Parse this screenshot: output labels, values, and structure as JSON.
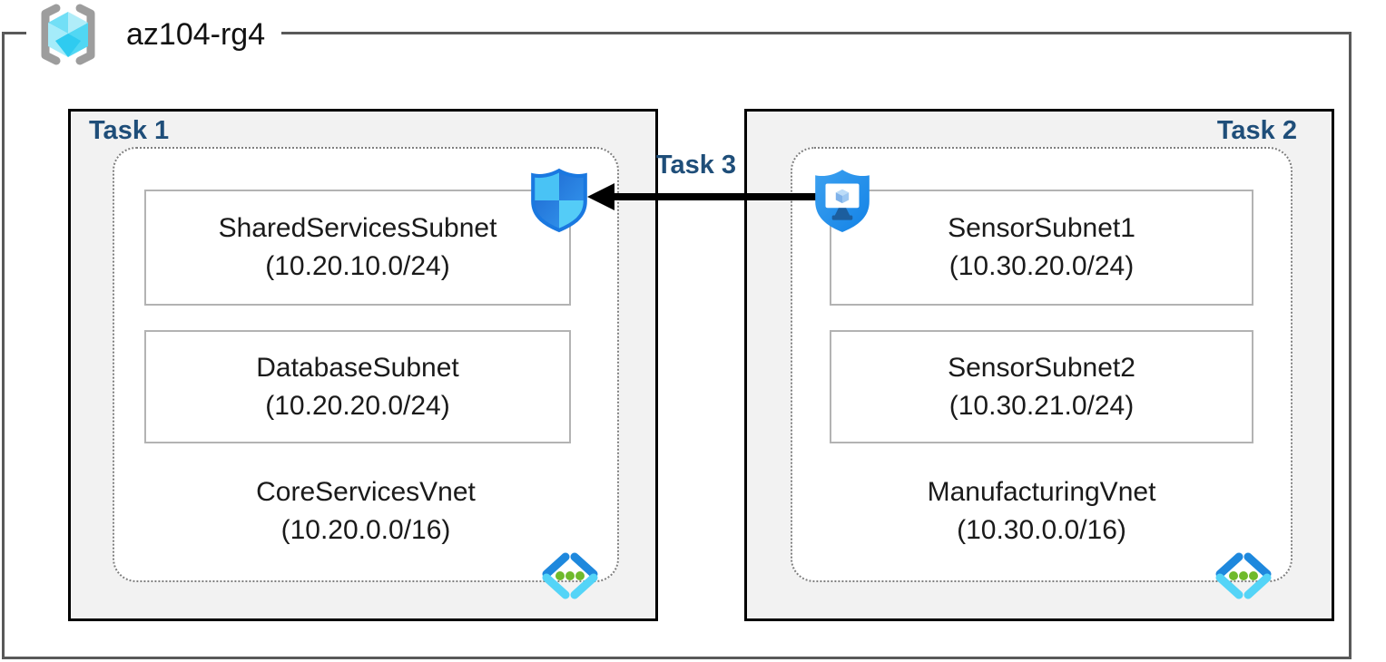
{
  "resource_group": {
    "name": "az104-rg4"
  },
  "vnets": [
    {
      "task_label": "Task 1",
      "name": "CoreServicesVnet",
      "cidr": "(10.20.0.0/16)",
      "subnets": [
        {
          "name": "SharedServicesSubnet",
          "cidr": "(10.20.10.0/24)"
        },
        {
          "name": "DatabaseSubnet",
          "cidr": "(10.20.20.0/24)"
        }
      ]
    },
    {
      "task_label": "Task 2",
      "name": "ManufacturingVnet",
      "cidr": "(10.30.0.0/16)",
      "subnets": [
        {
          "name": "SensorSubnet1",
          "cidr": "(10.30.20.0/24)"
        },
        {
          "name": "SensorSubnet2",
          "cidr": "(10.30.21.0/24)"
        }
      ]
    }
  ],
  "arrow": {
    "label": "Task 3"
  },
  "icons": {
    "resource_group": "resource-group-icon",
    "network_security_group": "network-security-group-icon",
    "bastion": "bastion-icon",
    "virtual_network": "virtual-network-icon"
  },
  "colors": {
    "task_label": "#1f4e79",
    "frame_border": "#595959",
    "task_box_bg": "#f2f2f2",
    "task_box_border": "#000000",
    "vnet_border": "#7f7f7f",
    "subnet_border": "#b3b3b3",
    "arrow": "#000000",
    "azure_blue": "#1a78e0",
    "azure_cyan": "#50d2f6",
    "azure_green": "#6fba2c"
  }
}
